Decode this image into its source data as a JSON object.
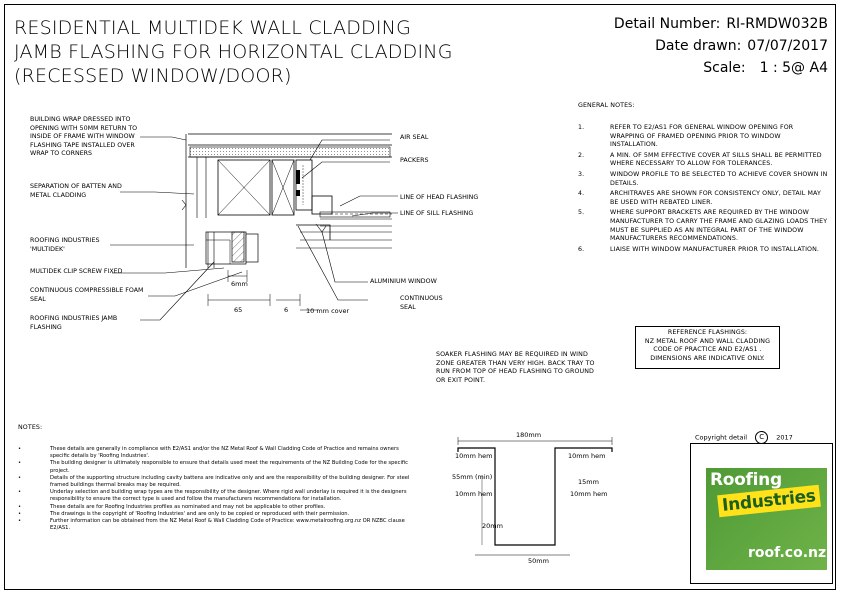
{
  "title": {
    "line1": "RESIDENTIAL MULTIDEK WALL CLADDING",
    "line2": "JAMB FLASHING FOR HORIZONTAL CLADDING",
    "line3": "(RECESSED WINDOW/DOOR)"
  },
  "meta": {
    "detail_label": "Detail Number:",
    "detail_value": "RI-RMDW032B",
    "date_label": "Date drawn:",
    "date_value": "07/07/2017",
    "scale_label": "Scale:",
    "scale_value": "1 : 5@ A4"
  },
  "labels": {
    "building_wrap": "BUILDING WRAP DRESSED INTO OPENING WITH 50mm RETURN TO INSIDE OF FRAME WITH WINDOW FLASHING TAPE INSTALLED OVER WRAP TO CORNERS",
    "separation": "SEPARATION OF BATTEN AND METAL CLADDING",
    "roofing_multidek": "ROOFING INDUSTRIES 'MULTIDEK'",
    "clip_screw": "MULTIDEK CLIP SCREW FIXED",
    "compressible_foam": "CONTINUOUS COMPRESSIBLE FOAM SEAL",
    "jamb_flashing": "ROOFING INDUSTRIES JAMB FLASHING",
    "air_seal": "AIR SEAL",
    "packers": "PACKERS",
    "head_flashing": "LINE OF HEAD FLASHING",
    "sill_flashing": "LINE OF SILL FLASHING",
    "aluminium_window": "ALUMINIUM WINDOW",
    "continuous_seal": "CONTINUOUS SEAL"
  },
  "dimensions": {
    "d_6mm": "6mm",
    "d_65": "65",
    "d_6": "6",
    "d_10cover": "10 mm cover"
  },
  "general_notes": {
    "heading": "GENERAL NOTES:",
    "items": [
      {
        "num": "1.",
        "text": "REFER TO E2/AS1 FOR GENERAL WINDOW OPENING FOR WRAPPING OF FRAMED OPENING PRIOR TO WINDOW INSTALLATION."
      },
      {
        "num": "2.",
        "text": "A MIN. OF 5mm EFFECTIVE COVER AT SILLS SHALL BE PERMITTED WHERE NECESSARY TO ALLOW FOR TOLERANCES."
      },
      {
        "num": "3.",
        "text": "WINDOW PROFILE TO BE SELECTED TO ACHIEVE COVER SHOWN IN DETAILS."
      },
      {
        "num": "4.",
        "text": "ARCHITRAVES ARE SHOWN FOR CONSISTENCY ONLY, DETAIL MAY BE USED WITH REBATED LINER."
      },
      {
        "num": "5.",
        "text": "WHERE SUPPORT BRACKETS ARE REQUIRED BY THE WINDOW MANUFACTURER TO CARRY THE FRAME AND GLAZING LOADS THEY MUST BE SUPPLIED AS AN INTEGRAL PART OF THE WINDOW MANUFACTURERS RECOMMENDATIONS."
      },
      {
        "num": "6.",
        "text": "LIAISE WITH WINDOW MANUFACTURER PRIOR TO INSTALLATION."
      }
    ]
  },
  "reference": {
    "line1": "REFERENCE FLASHINGS:",
    "line2": "NZ METAL ROOF AND WALL CLADDING",
    "line3": "CODE OF PRACTICE AND E2/AS1 .",
    "line4": "DIMENSIONS ARE INDICATIVE ONLY."
  },
  "soaker": "SOAKER FLASHING MAY BE REQUIRED IN WIND ZONE GREATER THAN VERY HIGH. BACK TRAY TO RUN FROM TOP OF HEAD FLASHING TO GROUND OR EXIT POINT.",
  "notes": {
    "heading": "NOTES:",
    "items": [
      "These details are generally in compliance with E2/AS1 and/or the NZ Metal Roof & Wall Cladding Code of Practice and remains owners specific details by 'Roofing Industries'.",
      "The building designer is ultimately responsible to ensure that details used meet the requirements of the NZ Building Code for the specific project.",
      "Details of the supporting structure including cavity battens are indicative only and are the responsibility of the building designer. For steel framed buildings thermal breaks may be required.",
      "Underlay selection and building wrap types are the responsibility of the designer. Where rigid wall underlay is required it is the designers responsibility to ensure the correct type is used and follow the manufacturers recommendations for installation.",
      "These details are for Roofing Industries profiles as nominated and may not be applicable to other profiles.",
      "The drawings is the copyright of 'Roofing Industries' and are only to be copied or reproduced with their permission.",
      "Further information can be obtained from the NZ Metal Roof & Wall Cladding Code of Practice: www.metalroofing.org.nz OR NZBC clause E2/AS1."
    ]
  },
  "flashing_dims": {
    "top": "180mm",
    "hem_left": "10mm hem",
    "hem_right": "10mm hem",
    "left_min": "55mm (min)",
    "hem_left2": "10mm hem",
    "right_15": "15mm",
    "hem_right2": "10mm hem",
    "depth": "20mm",
    "bottom": "50mm"
  },
  "copyright": {
    "label": "Copyright detail",
    "symbol": "C",
    "year": "2017"
  },
  "logo": {
    "word1": "Roofing",
    "word2": "Industries",
    "url": "roof.co.nz"
  },
  "colors": {
    "logo_green": "#5a9e3c",
    "logo_yellow": "#ffe21a"
  }
}
